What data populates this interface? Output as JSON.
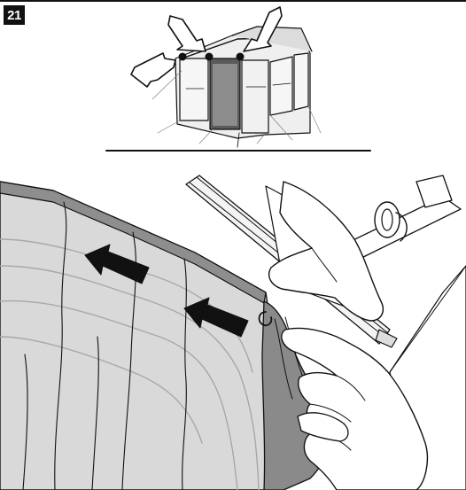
{
  "step": {
    "number": "21"
  },
  "illustrations": {
    "overview": {
      "subject": "tent-awning-overview",
      "callout_markers": 3,
      "arrows": 3
    },
    "detail": {
      "subject": "hands-threading-fabric-into-rail",
      "arrows": 2
    }
  },
  "colors": {
    "ink": "#111111",
    "fabric_light": "#d8d8d8",
    "fabric_mid": "#9a9a9a",
    "fabric_dark": "#6e6e6e",
    "tent_fill": "#ececec"
  }
}
